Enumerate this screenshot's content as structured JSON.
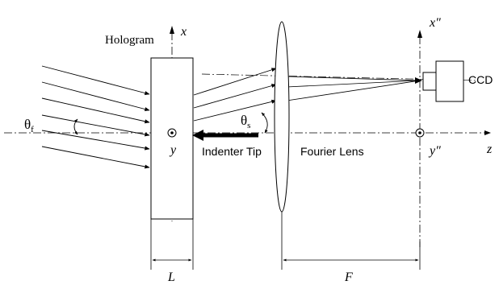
{
  "labels": {
    "hologram": "Hologram",
    "x_axis": "x",
    "x_double_prime": "x″",
    "ccd": "CCD",
    "theta_f": "θ",
    "theta_f_sub": "f",
    "theta_s": "θ",
    "theta_s_sub": "s",
    "y_axis": "y",
    "y_double_prime": "y″",
    "z_axis": "z",
    "indenter_tip": "Indenter Tip",
    "fourier_lens": "Fourier Lens",
    "dim_L": "L",
    "dim_F": "F"
  }
}
